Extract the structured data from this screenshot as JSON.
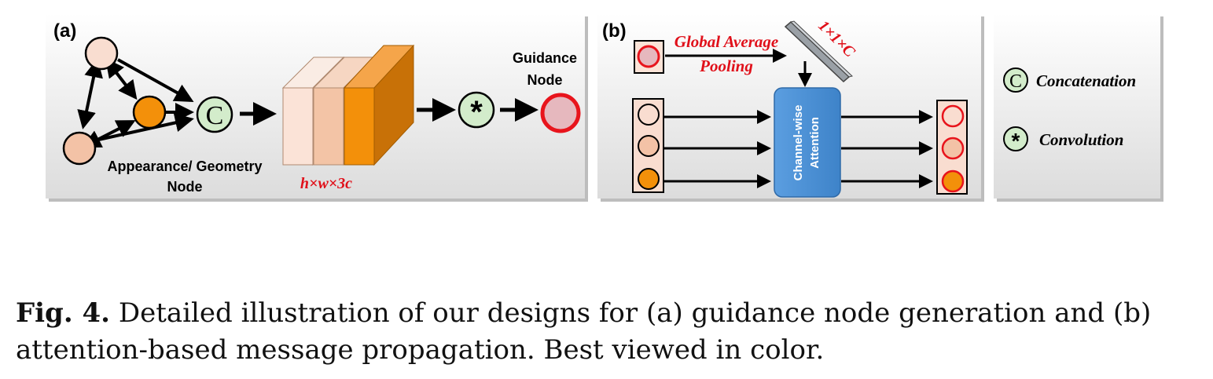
{
  "panel_a": {
    "label": "(a)",
    "node_label_line1": "Appearance/ Geometry",
    "node_label_line2": "Node",
    "concat_symbol": "C",
    "feature_dims": "h×w×3c",
    "conv_symbol": "*",
    "guidance_line1": "Guidance",
    "guidance_line2": "Node"
  },
  "panel_b": {
    "label": "(b)",
    "pooling_line1": "Global Average",
    "pooling_line2": "Pooling",
    "vector_dims": "1×1×C",
    "attention_line1": "Channel-wise",
    "attention_line2": "Attention"
  },
  "legend": {
    "concat_symbol": "C",
    "concat_label": "Concatenation",
    "conv_symbol": "*",
    "conv_label": "Convolution"
  },
  "caption": {
    "label": "Fig. 4.",
    "text": "Detailed illustration of our designs for (a) guidance node generation and (b) attention-based message propagation. Best viewed in color."
  },
  "colors": {
    "node_light": "#f9ddd0",
    "node_mid": "#f3c2a6",
    "node_orange": "#f3900a",
    "op_green": "#d3eccb",
    "guidance_fill": "#e6b8be",
    "guidance_ring": "#e8141c",
    "attention_blue": "#4f94d8",
    "label_red": "#e0101a"
  }
}
